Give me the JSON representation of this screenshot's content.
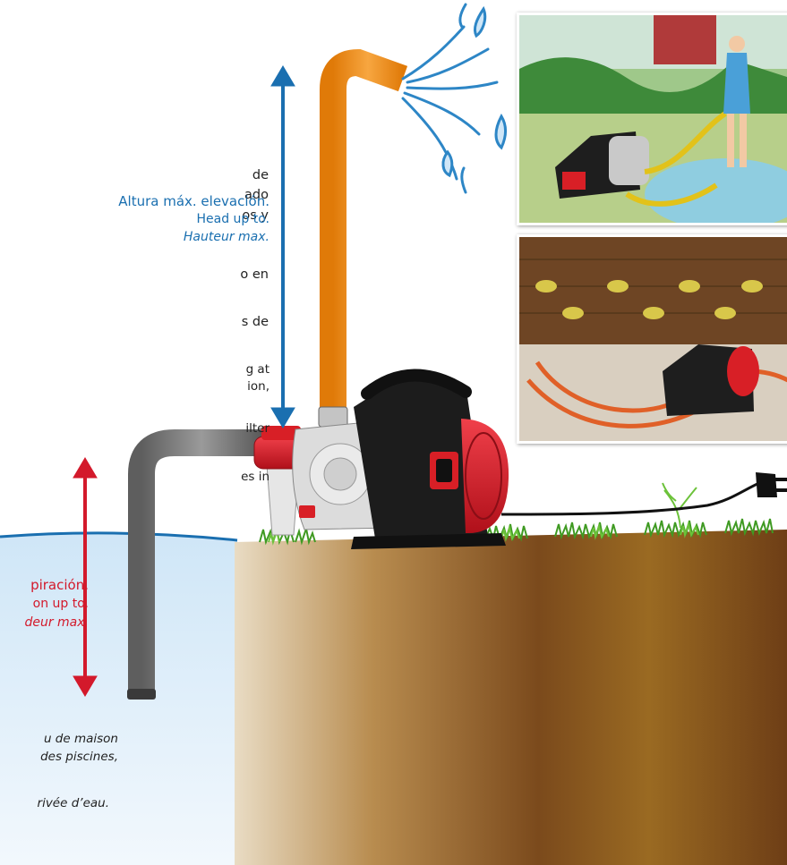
{
  "left_text_fragments": {
    "es_line1_end": "de",
    "es_line2_end": "ado",
    "es_line3_end": "os y",
    "es_line4_end": "o en",
    "es_line5_end": "s de",
    "en_line1_end": "g at",
    "en_line2_end": "ion,",
    "en_line3_end": "ilter",
    "en_line4_end": "es in"
  },
  "head_label": {
    "es": "Altura máx. elevación.",
    "en": "Head up to.",
    "fr": "Hauteur max."
  },
  "suction_label": {
    "es": "piración.",
    "en": "on up to.",
    "fr": "deur max."
  },
  "bottom_fr_fragments": {
    "line1": "u de maison",
    "line2": "des piscines,",
    "line3": "rivée d’eau."
  },
  "colors": {
    "head_arrow": "#1a6fb0",
    "suction_arrow": "#d3192b",
    "discharge_pipe": "#f08a12",
    "suction_pipe": "#7d7d7d",
    "pump_body": "#1c1c1c",
    "motor_cap": "#d81f26",
    "water": "#d7ebf8",
    "soil": "#8a5a24",
    "grass": "#4fae2c"
  },
  "icons": [
    "water-spray-icon",
    "power-plug-icon",
    "pump-icon",
    "hose-filter-icon"
  ]
}
